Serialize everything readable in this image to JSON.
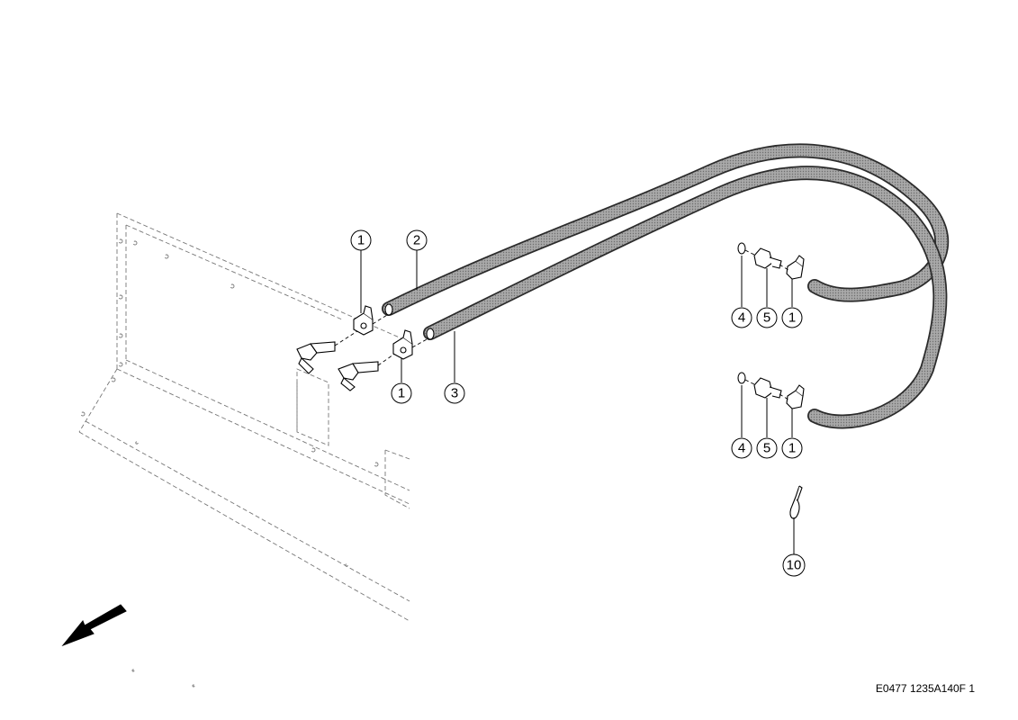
{
  "callouts": [
    {
      "label": "1"
    },
    {
      "label": "2"
    },
    {
      "label": "1"
    },
    {
      "label": "3"
    },
    {
      "label": "4"
    },
    {
      "label": "5"
    },
    {
      "label": "1"
    },
    {
      "label": "4"
    },
    {
      "label": "5"
    },
    {
      "label": "1"
    },
    {
      "label": "10"
    }
  ],
  "drawing_code": "E0477 1235A140F 1",
  "icons": {
    "arrow": "direction-arrow-icon"
  }
}
